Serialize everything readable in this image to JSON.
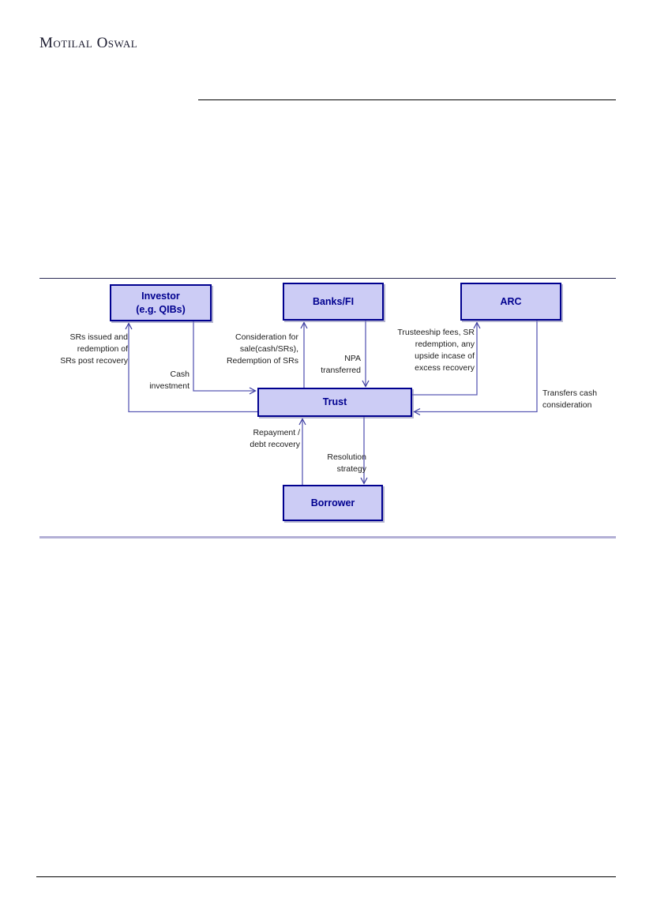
{
  "document": {
    "brand": "Motilal Oswal"
  },
  "diagram": {
    "nodes": {
      "investor": "Investor\n(e.g. QIBs)",
      "banks": "Banks/FI",
      "arc": "ARC",
      "trust": "Trust",
      "borrower": "Borrower"
    },
    "edge_labels": {
      "srs_issued": "SRs issued and\nredemption of\nSRs post recovery",
      "cash_investment": "Cash\ninvestment",
      "consideration": "Consideration for\nsale(cash/SRs),\nRedemption of SRs",
      "npa_transferred": "NPA\ntransferred",
      "trusteeship": "Trusteeship fees, SR\nredemption, any\nupside incase of\nexcess recovery",
      "transfers_cash": "Transfers cash\nconsideration",
      "repayment": "Repayment /\ndebt recovery",
      "resolution": "Resolution\nstrategy"
    },
    "colors": {
      "node_fill": "#ccccf5",
      "node_border": "#00008f",
      "node_text": "#00008f",
      "connector": "#5b5bb5",
      "label_text": "#1c1c1c",
      "rule_light": "#b3b0d6",
      "rule_dark": "#000000"
    }
  }
}
